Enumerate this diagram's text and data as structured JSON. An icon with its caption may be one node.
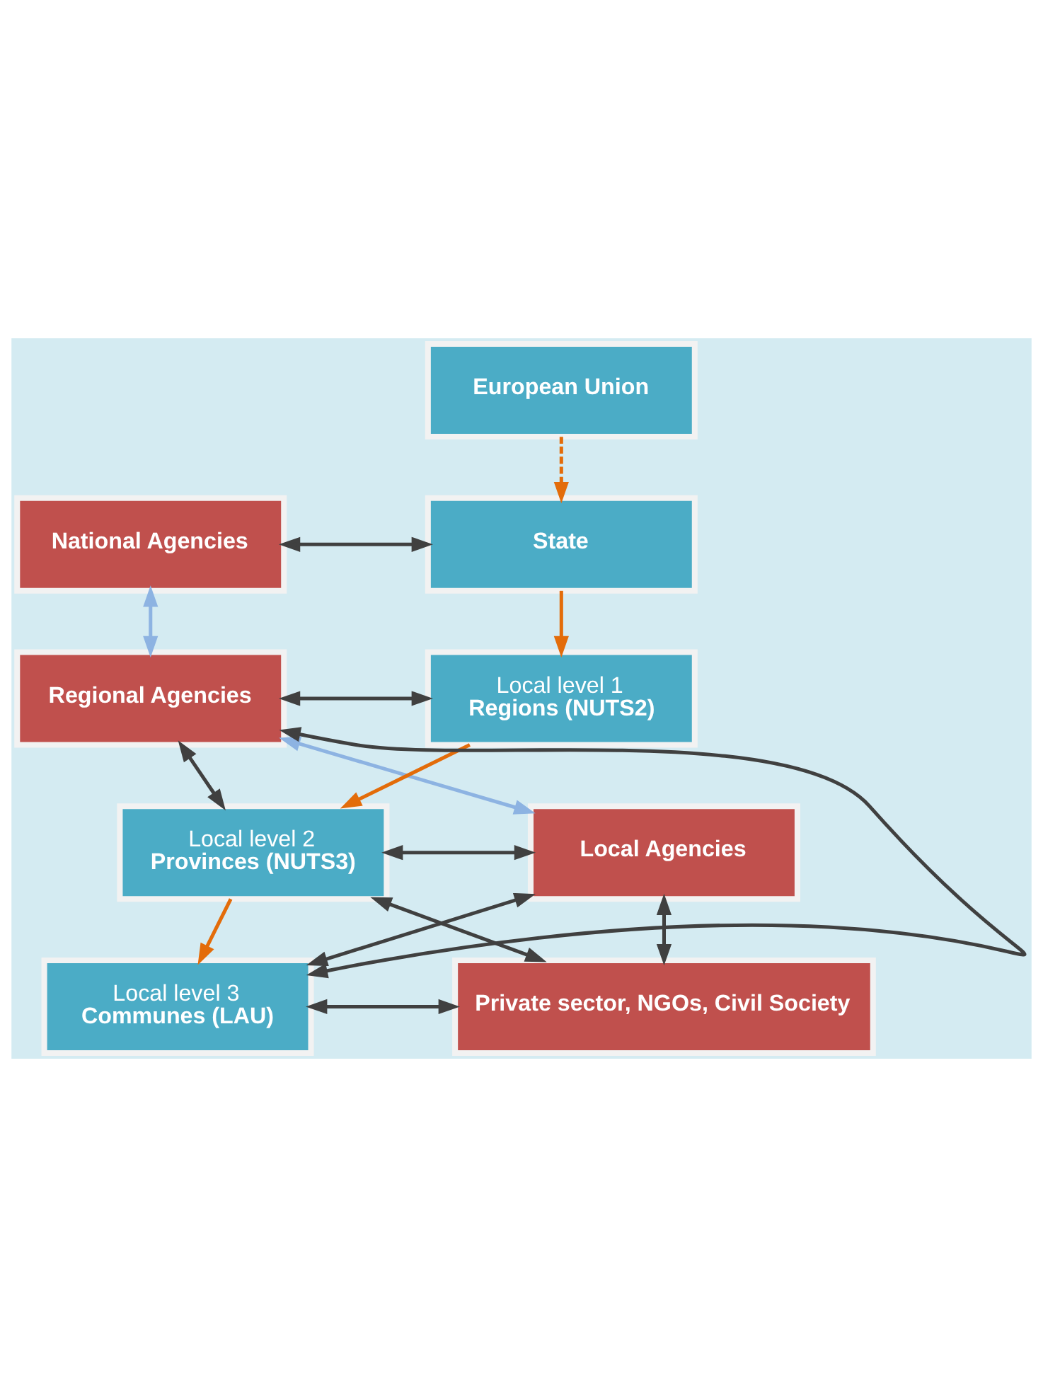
{
  "diagram": {
    "nodes": [
      {
        "text": [
          "European Union"
        ]
      },
      {
        "text": [
          "National Agencies"
        ]
      },
      {
        "text": [
          "State"
        ]
      },
      {
        "text": [
          "Regional Agencies"
        ]
      },
      {
        "text": [
          "Local level 1",
          "Regions (NUTS2)"
        ]
      },
      {
        "text": [
          "Local level 2",
          "Provinces (NUTS3)"
        ]
      },
      {
        "text": [
          "Local Agencies"
        ]
      },
      {
        "text": [
          "Local level 3",
          "Communes (LAU)"
        ]
      },
      {
        "text": [
          "Private sector, NGOs, Civil Society"
        ]
      }
    ],
    "edges": [
      {
        "from": 0,
        "to": 2,
        "arrow": "to",
        "style": "dashed",
        "color": "#e36c0a"
      },
      {
        "from": 1,
        "to": 2,
        "arrow": "both"
      },
      {
        "from": 1,
        "to": 3,
        "arrow": "both",
        "color": "#8db3e2"
      },
      {
        "from": 3,
        "to": 4,
        "arrow": "both"
      },
      {
        "from": 2,
        "to": 4,
        "arrow": "to",
        "color": "#e36c0a"
      },
      {
        "from": 4,
        "to": 5,
        "arrow": "to",
        "color": "#e36c0a"
      },
      {
        "from": 3,
        "to": 6,
        "arrow": "both",
        "color": "#8db3e2"
      },
      {
        "from": 5,
        "to": 7,
        "arrow": "to",
        "color": "#e36c0a"
      },
      {
        "from": 6,
        "to": 8,
        "arrow": "both"
      },
      {
        "from": 5,
        "to": 3,
        "arrow": "both"
      },
      {
        "from": 5,
        "to": 6,
        "arrow": "both"
      },
      {
        "from": 5,
        "to": 8,
        "arrow": "both"
      },
      {
        "from": 7,
        "to": 3,
        "arrow": "both"
      },
      {
        "from": 7,
        "to": 6,
        "arrow": "both"
      },
      {
        "from": 7,
        "to": 8,
        "arrow": "both"
      }
    ]
  }
}
